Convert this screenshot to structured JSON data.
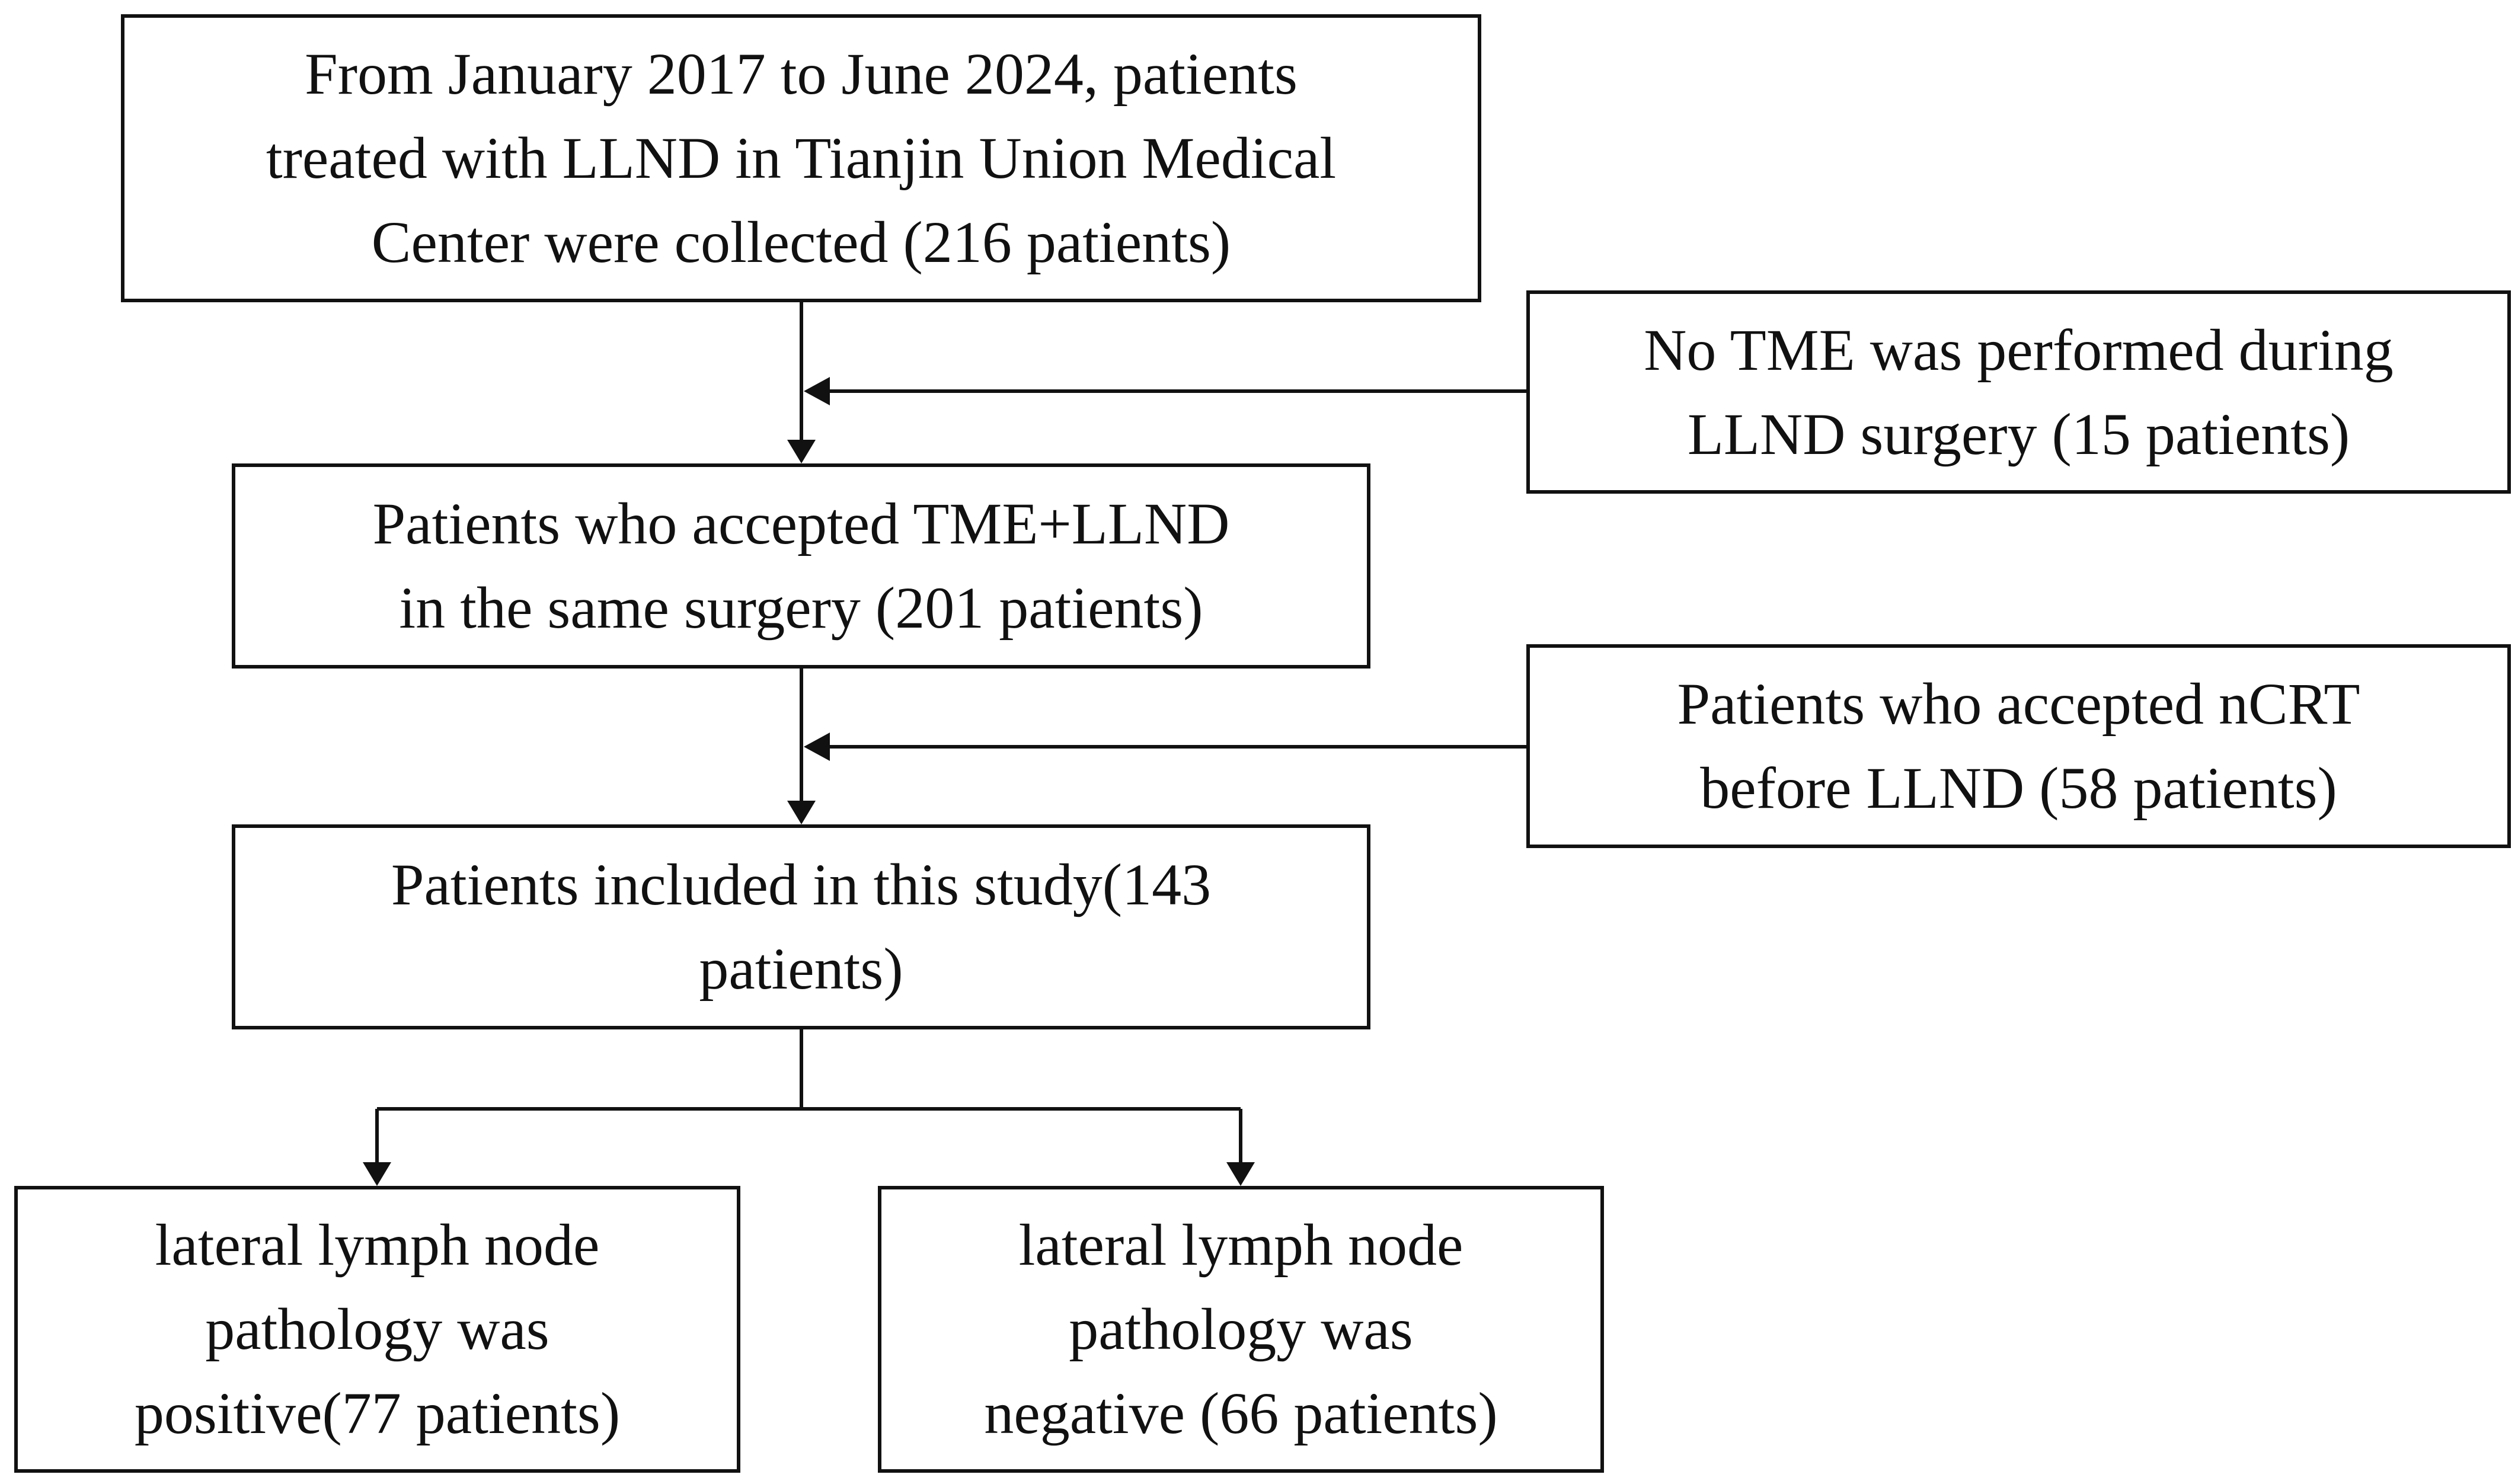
{
  "diagram": {
    "start_box": {
      "lines": [
        "From January 2017 to June 2024, patients",
        "treated with LLND in Tianjin Union Medical",
        "Center were collected (216 patients)"
      ]
    },
    "exclusion_1": {
      "lines": [
        "No TME was performed during",
        "LLND surgery (15 patients)"
      ]
    },
    "tme_llnd_box": {
      "lines": [
        "Patients who accepted TME+LLND",
        "in the same surgery (201 patients)"
      ]
    },
    "exclusion_2": {
      "lines": [
        "Patients who accepted nCRT",
        "before LLND (58 patients)"
      ]
    },
    "included_box": {
      "lines": [
        "Patients included in this study(143",
        "patients)"
      ]
    },
    "positive_box": {
      "lines": [
        "lateral lymph node",
        "pathology was",
        "positive(77 patients)"
      ]
    },
    "negative_box": {
      "lines": [
        "lateral lymph node",
        "pathology was",
        "negative (66 patients)"
      ]
    }
  }
}
